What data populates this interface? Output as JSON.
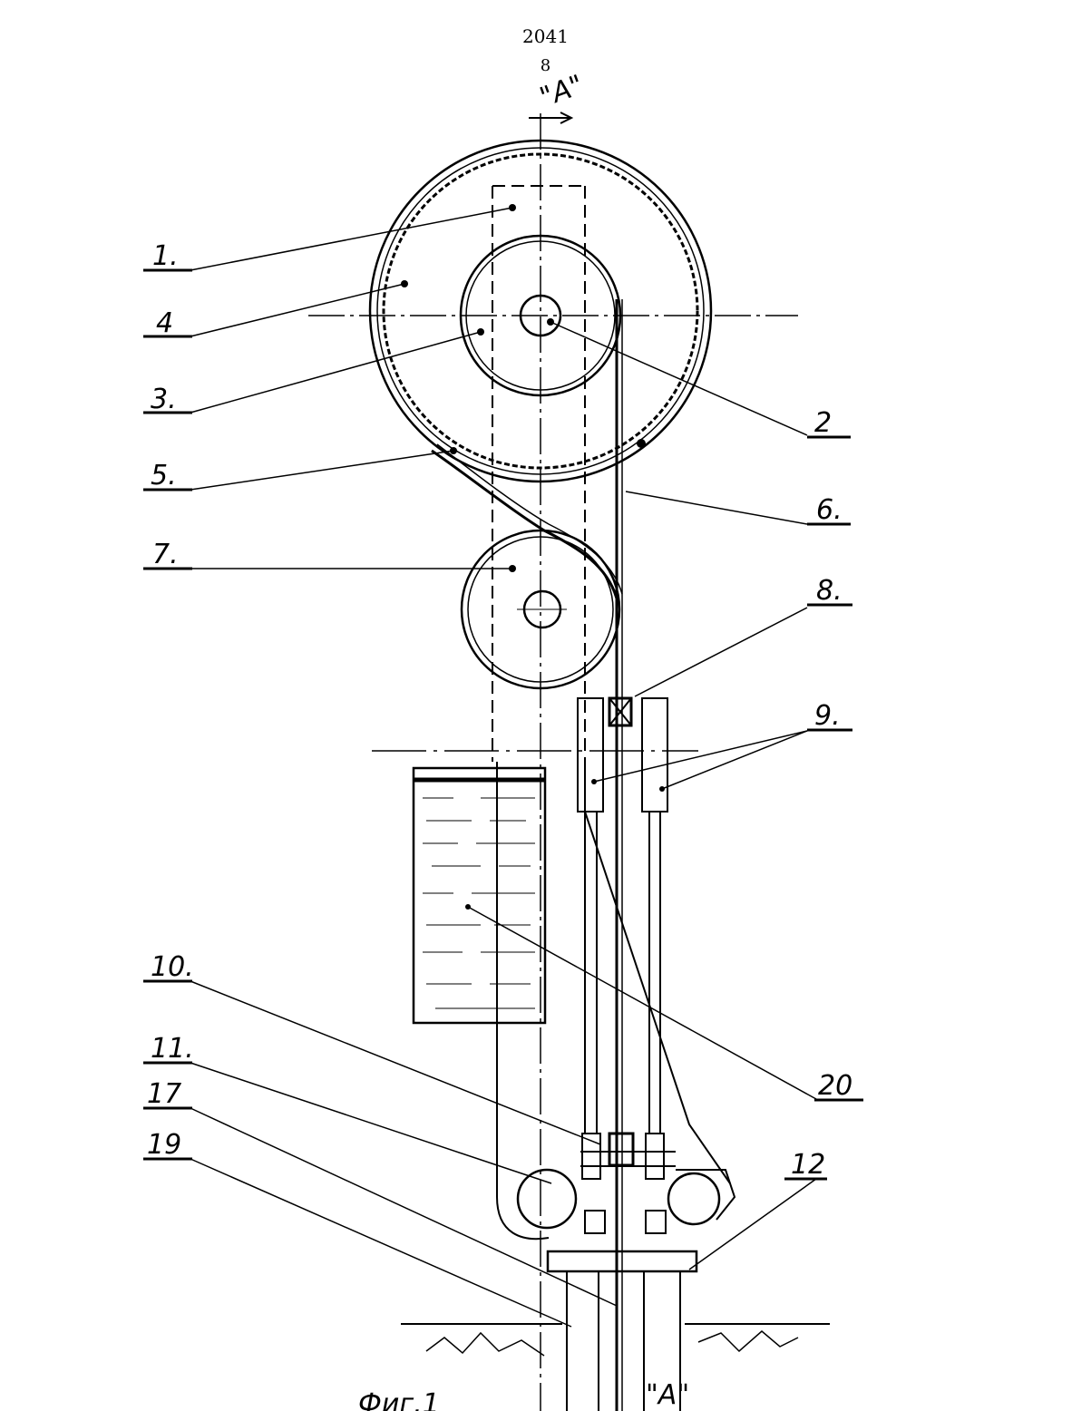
{
  "header": {
    "document_number": "2041",
    "page_number": "8"
  },
  "drawing": {
    "section_mark_top": "\"A\"",
    "section_mark_bottom": "\"A\"",
    "figure_caption": "Фиг.1",
    "callouts": [
      "1.",
      "4",
      "3.",
      "2",
      "5.",
      "6.",
      "7.",
      "8.",
      "9.",
      "10.",
      "20",
      "11.",
      "17",
      "19",
      "12"
    ]
  }
}
